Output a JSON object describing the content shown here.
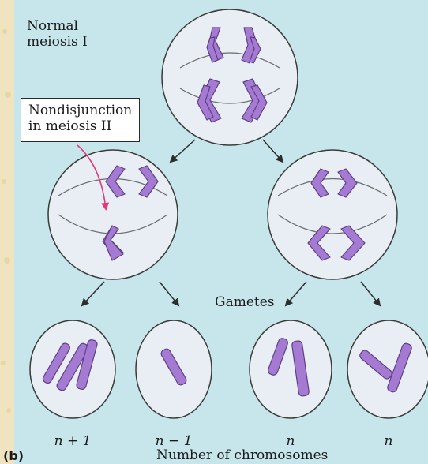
{
  "labels": {
    "normal_meiosis": "Normal\nmeiosis I",
    "nondisjunction": "Nondisjunction\nin meiosis II",
    "gametes": "Gametes",
    "number_of_chromosomes": "Number of chromosomes",
    "part": "(b)"
  },
  "gamete_counts": [
    "n + 1",
    "n − 1",
    "n",
    "n"
  ],
  "colors": {
    "background": "#efe4bf",
    "panel": "#c7e6ec",
    "cell_fill": "#e9eef4",
    "chromosome": "#a57ad3",
    "chromosome_outline": "#5e3f86",
    "arrow": "#2d2d2d",
    "pointer": "#e5377d"
  }
}
